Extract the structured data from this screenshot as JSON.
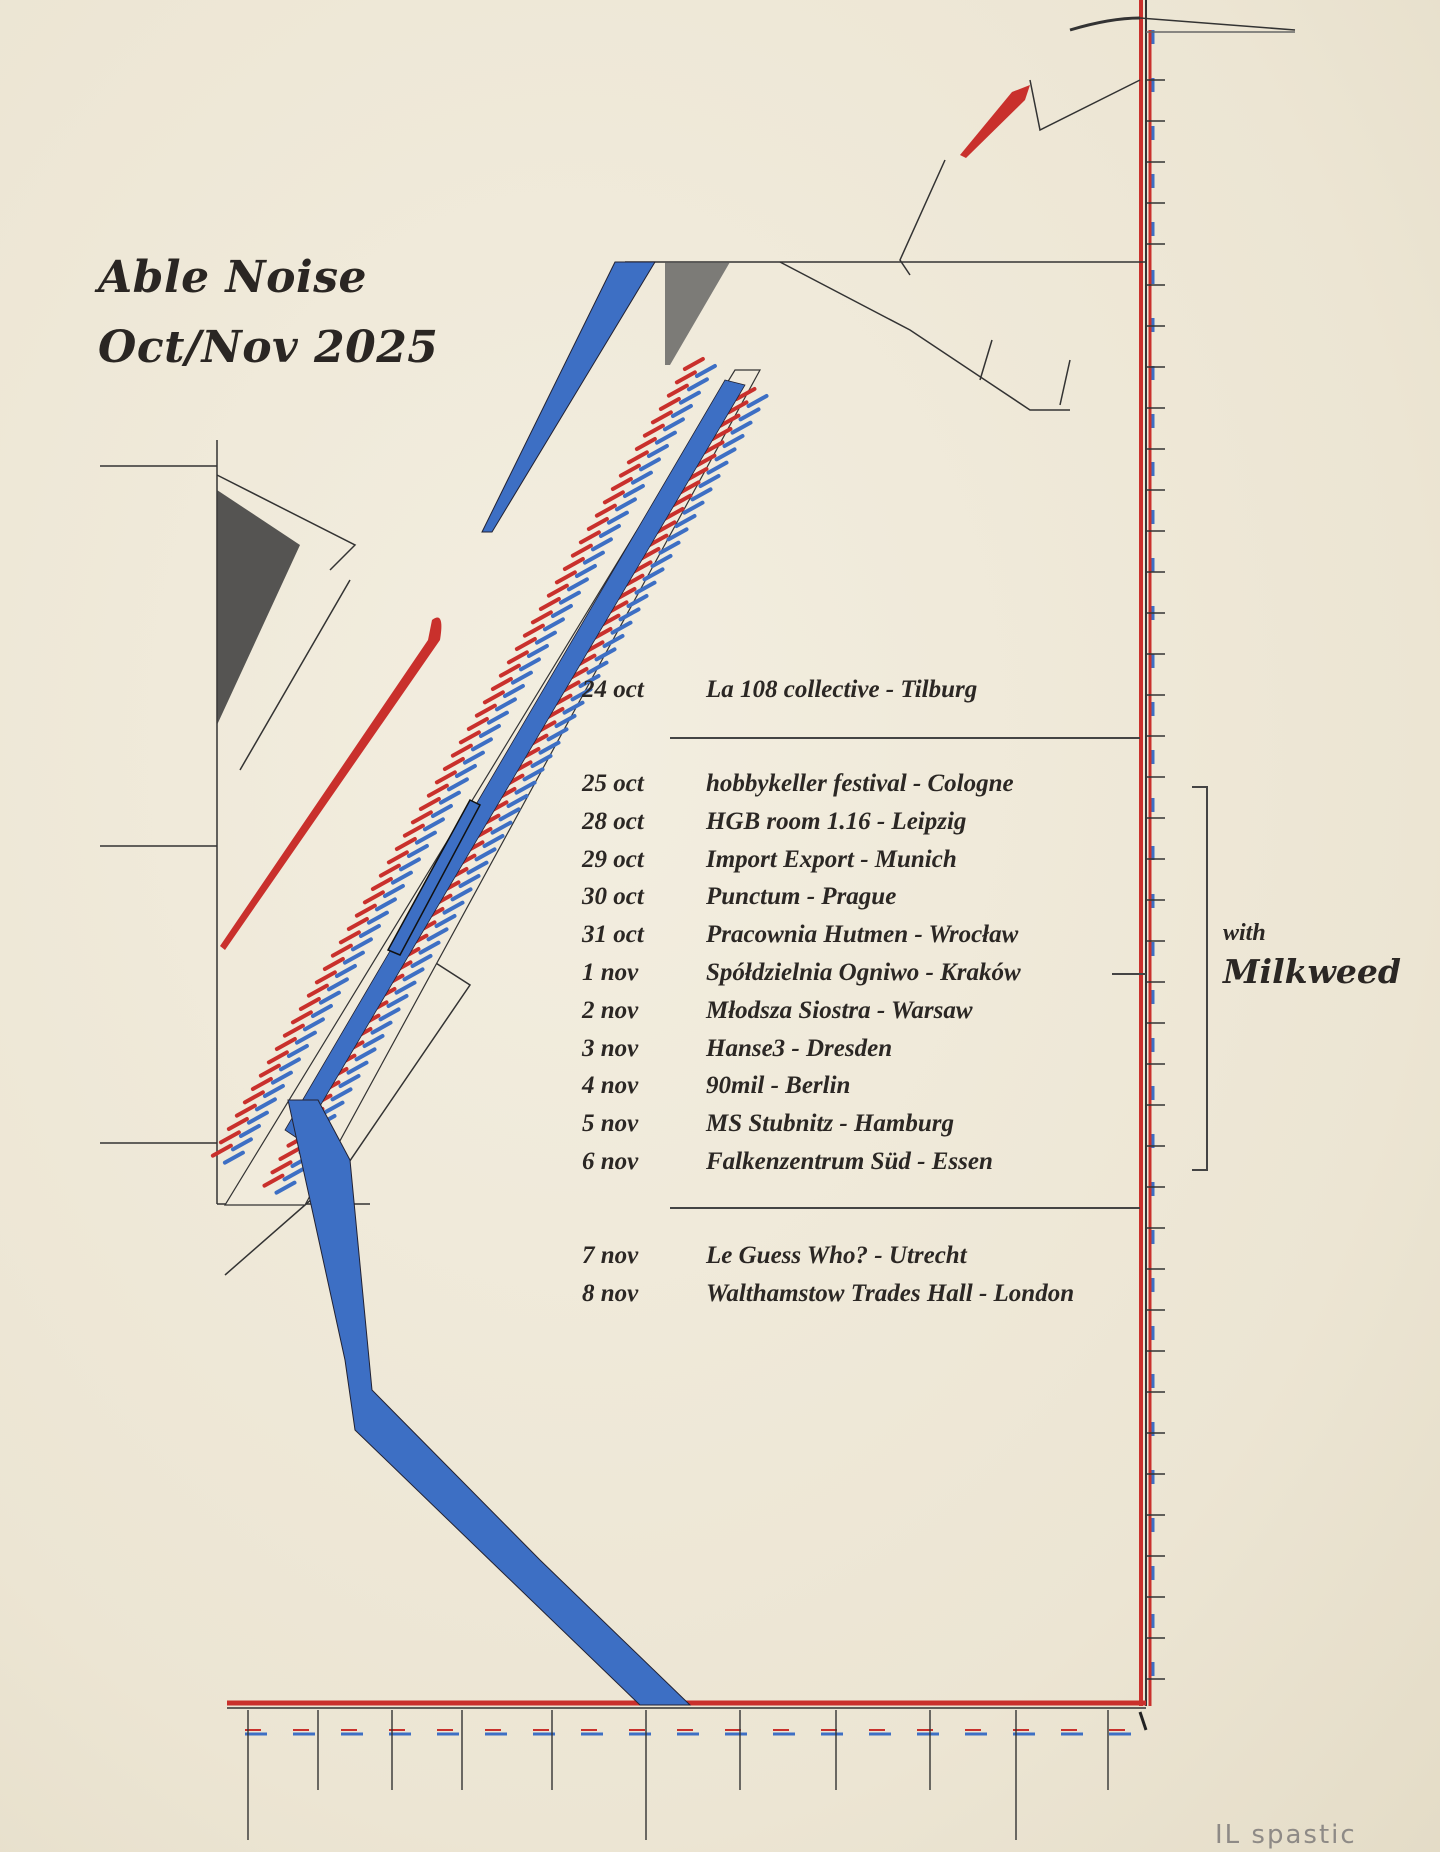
{
  "poster": {
    "artist": "Able Noise",
    "period": "Oct/Nov 2025",
    "tour_groups": [
      {
        "dates": [
          {
            "date": "24 oct",
            "venue": "La 108 collective - Tilburg"
          }
        ]
      },
      {
        "dates": [
          {
            "date": "25 oct",
            "venue": "hobbykeller festival - Cologne"
          },
          {
            "date": "28 oct",
            "venue": "HGB room 1.16 - Leipzig"
          },
          {
            "date": "29 oct",
            "venue": "Import Export - Munich"
          },
          {
            "date": "30 oct",
            "venue": "Punctum - Prague"
          },
          {
            "date": "31 oct",
            "venue": "Pracownia Hutmen - Wrocław"
          },
          {
            "date": "1 nov",
            "venue": "Spółdzielnia Ogniwo - Kraków"
          },
          {
            "date": "2 nov",
            "venue": "Młodsza Siostra - Warsaw"
          },
          {
            "date": "3 nov",
            "venue": "Hanse3 - Dresden"
          },
          {
            "date": "4 nov",
            "venue": "90mil - Berlin"
          },
          {
            "date": "5 nov",
            "venue": "MS Stubnitz - Hamburg"
          },
          {
            "date": "6 nov",
            "venue": "Falkenzentrum Süd - Essen"
          }
        ]
      },
      {
        "dates": [
          {
            "date": "7 nov",
            "venue": "Le Guess Who? - Utrecht"
          },
          {
            "date": "8 nov",
            "venue": "Walthamstow Trades Hall - London"
          }
        ]
      }
    ],
    "support": {
      "prefix": "with",
      "band": "Milkweed"
    },
    "signature": "IL  spastic"
  },
  "colors": {
    "paper": "#efe9d9",
    "ink": "#2b2724",
    "red": "#c9302c",
    "blue": "#3d6fc4",
    "graphite": "#444444"
  }
}
